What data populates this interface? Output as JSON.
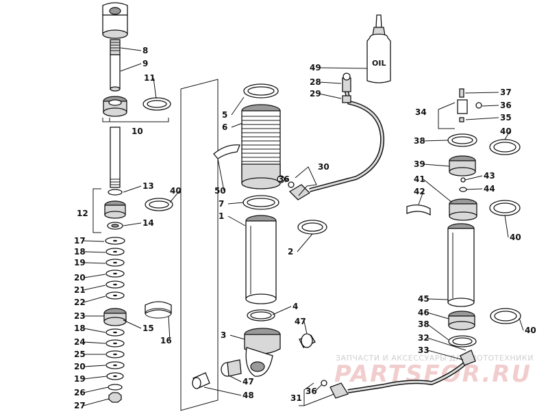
{
  "diagram": {
    "oil_label": "OIL",
    "watermark": {
      "top_text": "ЗАПЧАСТИ И АКСЕССУАРЫ ДЛЯ МОТОТЕХНИКИ",
      "brand_text": "PARTSFOR.RU"
    },
    "callouts": [
      {
        "id": "c8",
        "text": "8"
      },
      {
        "id": "c9",
        "text": "9"
      },
      {
        "id": "c11",
        "text": "11"
      },
      {
        "id": "c10",
        "text": "10"
      },
      {
        "id": "c13",
        "text": "13"
      },
      {
        "id": "c40a",
        "text": "40"
      },
      {
        "id": "c12",
        "text": "12"
      },
      {
        "id": "c14",
        "text": "14"
      },
      {
        "id": "c17",
        "text": "17"
      },
      {
        "id": "c18a",
        "text": "18"
      },
      {
        "id": "c19a",
        "text": "19"
      },
      {
        "id": "c20a",
        "text": "20"
      },
      {
        "id": "c21",
        "text": "21"
      },
      {
        "id": "c22",
        "text": "22"
      },
      {
        "id": "c23",
        "text": "23"
      },
      {
        "id": "c15",
        "text": "15"
      },
      {
        "id": "c16",
        "text": "16"
      },
      {
        "id": "c18b",
        "text": "18"
      },
      {
        "id": "c24",
        "text": "24"
      },
      {
        "id": "c25",
        "text": "25"
      },
      {
        "id": "c20b",
        "text": "20"
      },
      {
        "id": "c19b",
        "text": "19"
      },
      {
        "id": "c26",
        "text": "26"
      },
      {
        "id": "c27",
        "text": "27"
      },
      {
        "id": "c5",
        "text": "5"
      },
      {
        "id": "c6",
        "text": "6"
      },
      {
        "id": "c50",
        "text": "50"
      },
      {
        "id": "c7",
        "text": "7"
      },
      {
        "id": "c1",
        "text": "1"
      },
      {
        "id": "c2",
        "text": "2"
      },
      {
        "id": "c4",
        "text": "4"
      },
      {
        "id": "c3",
        "text": "3"
      },
      {
        "id": "c47a",
        "text": "47"
      },
      {
        "id": "c47b",
        "text": "47"
      },
      {
        "id": "c48",
        "text": "48"
      },
      {
        "id": "c30",
        "text": "30"
      },
      {
        "id": "c36a",
        "text": "36"
      },
      {
        "id": "c49",
        "text": "49"
      },
      {
        "id": "c28",
        "text": "28"
      },
      {
        "id": "c29",
        "text": "29"
      },
      {
        "id": "c37",
        "text": "37"
      },
      {
        "id": "c34",
        "text": "34"
      },
      {
        "id": "c36b",
        "text": "36"
      },
      {
        "id": "c35",
        "text": "35"
      },
      {
        "id": "c38a",
        "text": "38"
      },
      {
        "id": "c40b",
        "text": "40"
      },
      {
        "id": "c39",
        "text": "39"
      },
      {
        "id": "c41",
        "text": "41"
      },
      {
        "id": "c43",
        "text": "43"
      },
      {
        "id": "c44",
        "text": "44"
      },
      {
        "id": "c42",
        "text": "42"
      },
      {
        "id": "c40c",
        "text": "40"
      },
      {
        "id": "c45",
        "text": "45"
      },
      {
        "id": "c46",
        "text": "46"
      },
      {
        "id": "c40d",
        "text": "40"
      },
      {
        "id": "c38b",
        "text": "38"
      },
      {
        "id": "c32",
        "text": "32"
      },
      {
        "id": "c33",
        "text": "33"
      },
      {
        "id": "c31",
        "text": "31"
      },
      {
        "id": "c36c",
        "text": "36"
      }
    ]
  }
}
